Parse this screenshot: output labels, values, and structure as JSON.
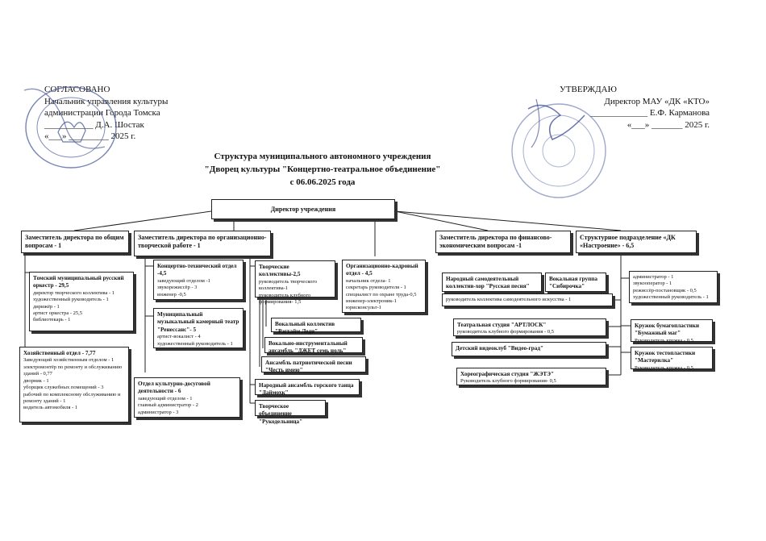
{
  "left_approval": {
    "l1": "СОГЛАСОВАНО",
    "l2": "Начальник управления культуры",
    "l3": "администрации Города Томска",
    "l4": "___________ Д.А. Шостак",
    "l5": "«___» _________ 2025 г."
  },
  "right_approval": {
    "l1": "УТВЕРЖДАЮ",
    "l2": "Директор МАУ «ДК «КТО»",
    "l3": "_____________ Е.Ф. Карманова",
    "l4": "«___» _______ 2025 г."
  },
  "header": {
    "line1": "Структура муниципального автономного учреждения",
    "line2": "\"Дворец культуры \"Концертно-театральное объединение\"",
    "line3": "с 06.06.2025 года"
  },
  "director": "Директор учреждения",
  "top_level": [
    {
      "title": "Заместитель директора по общим вопросам - 1"
    },
    {
      "title": "Заместитель директора по организационно-творческой работе - 1"
    },
    {
      "title": "Заместитель директора по финансово-экономическим вопросам -1"
    },
    {
      "title": "Структурное подразделение «ДК «Настроение» - 6,5"
    }
  ],
  "orchestra": {
    "title": "Томский муниципальный русский оркестр - 29,5",
    "lines": [
      "директор творческого коллектива - 1",
      "художественный руководитель - 1",
      "дирижёр - 1",
      "артист оркестра - 25,5",
      "библиотекарь - 1"
    ]
  },
  "household": {
    "title": "Хозяйственный отдел - 7,77",
    "lines": [
      "Заведующий хозяйственным отделом - 1",
      "электромонтёр по ремонту и обслуживанию зданий - 0,77",
      "дворник - 1",
      "уборщик служебных помещений - 3",
      "рабочий по комплексному обслуживанию и ремонту зданий - 1",
      "водитель автомобиля - 1"
    ]
  },
  "concert_tech": {
    "title": "Концертно-технический отдел -4,5",
    "lines": [
      "заведующий отделом -1",
      "звукорежиссёр - 3",
      "инженер -0,5"
    ]
  },
  "chamber_theatre": {
    "title": "Муниципальный музыкальный камерный театр \"Ренессанс\"- 5",
    "lines": [
      "артист-вокалист - 4",
      "художественный руководитель - 1"
    ]
  },
  "cultural_leisure": {
    "title": "Отдел культурно-досуговой деятельности - 6",
    "lines": [
      "заведующий отделом - 1",
      "главный администратор - 2",
      "администратор - 3"
    ]
  },
  "creative": {
    "title": "Творческие коллективы-2,5",
    "lines": [
      "руководитель творческого коллектива-1",
      "руководитель клубного формирования- 1,5"
    ]
  },
  "hr": {
    "title": "Организационно-кадровый отдел - 4,5",
    "lines": [
      "начальник отдела- 1",
      "секретарь руководителя - 1",
      "специалист по охране труда-0,5",
      "инженер-электроник-1",
      "юрисконсульт-1"
    ]
  },
  "ensembles": [
    "Вокальный коллектив \"Рэгтайм Леди\"",
    "Вокально-инструментальный ансамбль \"ДЖЕТ семь ноль\"",
    "Ансамбль патриотической песни \"Честь имею\"",
    "Народный ансамбль горского танца \"Даймохк\"",
    "Творческое объединение \"Рукодельница\""
  ],
  "nastroenie": {
    "choir": "Народный самодеятельный коллектив-хор \"Русская песня\"",
    "vocal_group": "Вокальная группа \"Сибирочка\"",
    "choir_head": "руководитель коллектива самодеятельного искусства - 1",
    "staff": [
      "администратор - 1",
      "звукооператор - 1",
      "режиссёр-постановщик - 0,5",
      "художественный руководитель - 1"
    ],
    "theatre_studio": {
      "title": "Театральная студия \"АРТЛОСК\"",
      "line": "руководитель клубного формирования - 0,5"
    },
    "video_club": "Детский видеоклуб \"Видео-град\"",
    "choreo": {
      "title": "Хореографическая студия \"ЖЭТЭ\"",
      "line": "Руководитель клубного формирования- 0,5"
    },
    "paper_plastic": {
      "title": "Кружок бумагопластики \"Бумажный маг\"",
      "line": "Руководитель кружка - 0,5"
    },
    "dough_plastic": {
      "title": "Кружок тестопластики \"Мастерилка\"",
      "line": "Руководитель кружка - 0,5"
    }
  }
}
